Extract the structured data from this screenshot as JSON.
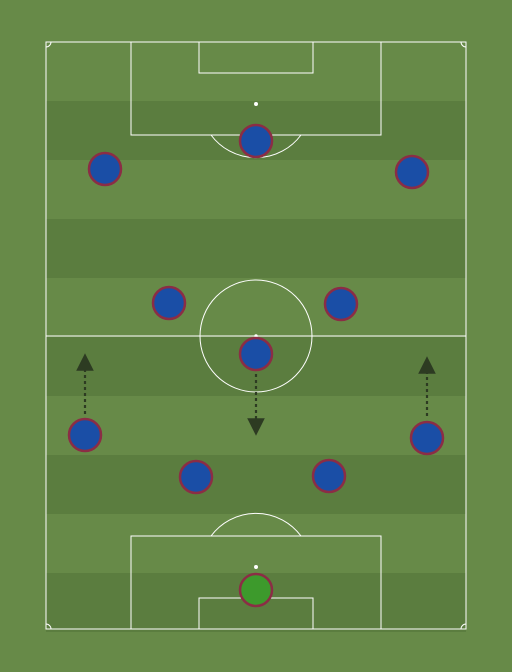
{
  "colors": {
    "background": "#678a48",
    "stripe_dark": "#5b7d3f",
    "lines": "#ffffff",
    "player_fill": "#1a4ea6",
    "player_border": "#8b2d45",
    "goalkeeper_fill": "#3d9a2c",
    "arrow": "#2d3b22"
  },
  "formation": {
    "team_outfield": [
      {
        "role": "striker",
        "icon": "player-marker"
      },
      {
        "role": "left-forward",
        "icon": "player-marker"
      },
      {
        "role": "right-forward",
        "icon": "player-marker"
      },
      {
        "role": "left-attacking-midfielder",
        "icon": "player-marker"
      },
      {
        "role": "right-attacking-midfielder",
        "icon": "player-marker"
      },
      {
        "role": "defensive-midfielder",
        "icon": "player-marker"
      },
      {
        "role": "left-back",
        "icon": "player-marker"
      },
      {
        "role": "right-back",
        "icon": "player-marker"
      },
      {
        "role": "left-centre-back",
        "icon": "player-marker"
      },
      {
        "role": "right-centre-back",
        "icon": "player-marker"
      }
    ],
    "goalkeeper": {
      "role": "goalkeeper",
      "icon": "goalkeeper-marker"
    },
    "movement_arrows": [
      {
        "player": "left-back",
        "direction": "up",
        "icon": "dotted-arrow-up-icon"
      },
      {
        "player": "defensive-midfielder",
        "direction": "down",
        "icon": "dotted-arrow-down-icon"
      },
      {
        "player": "right-back",
        "direction": "up",
        "icon": "dotted-arrow-up-icon"
      }
    ]
  }
}
